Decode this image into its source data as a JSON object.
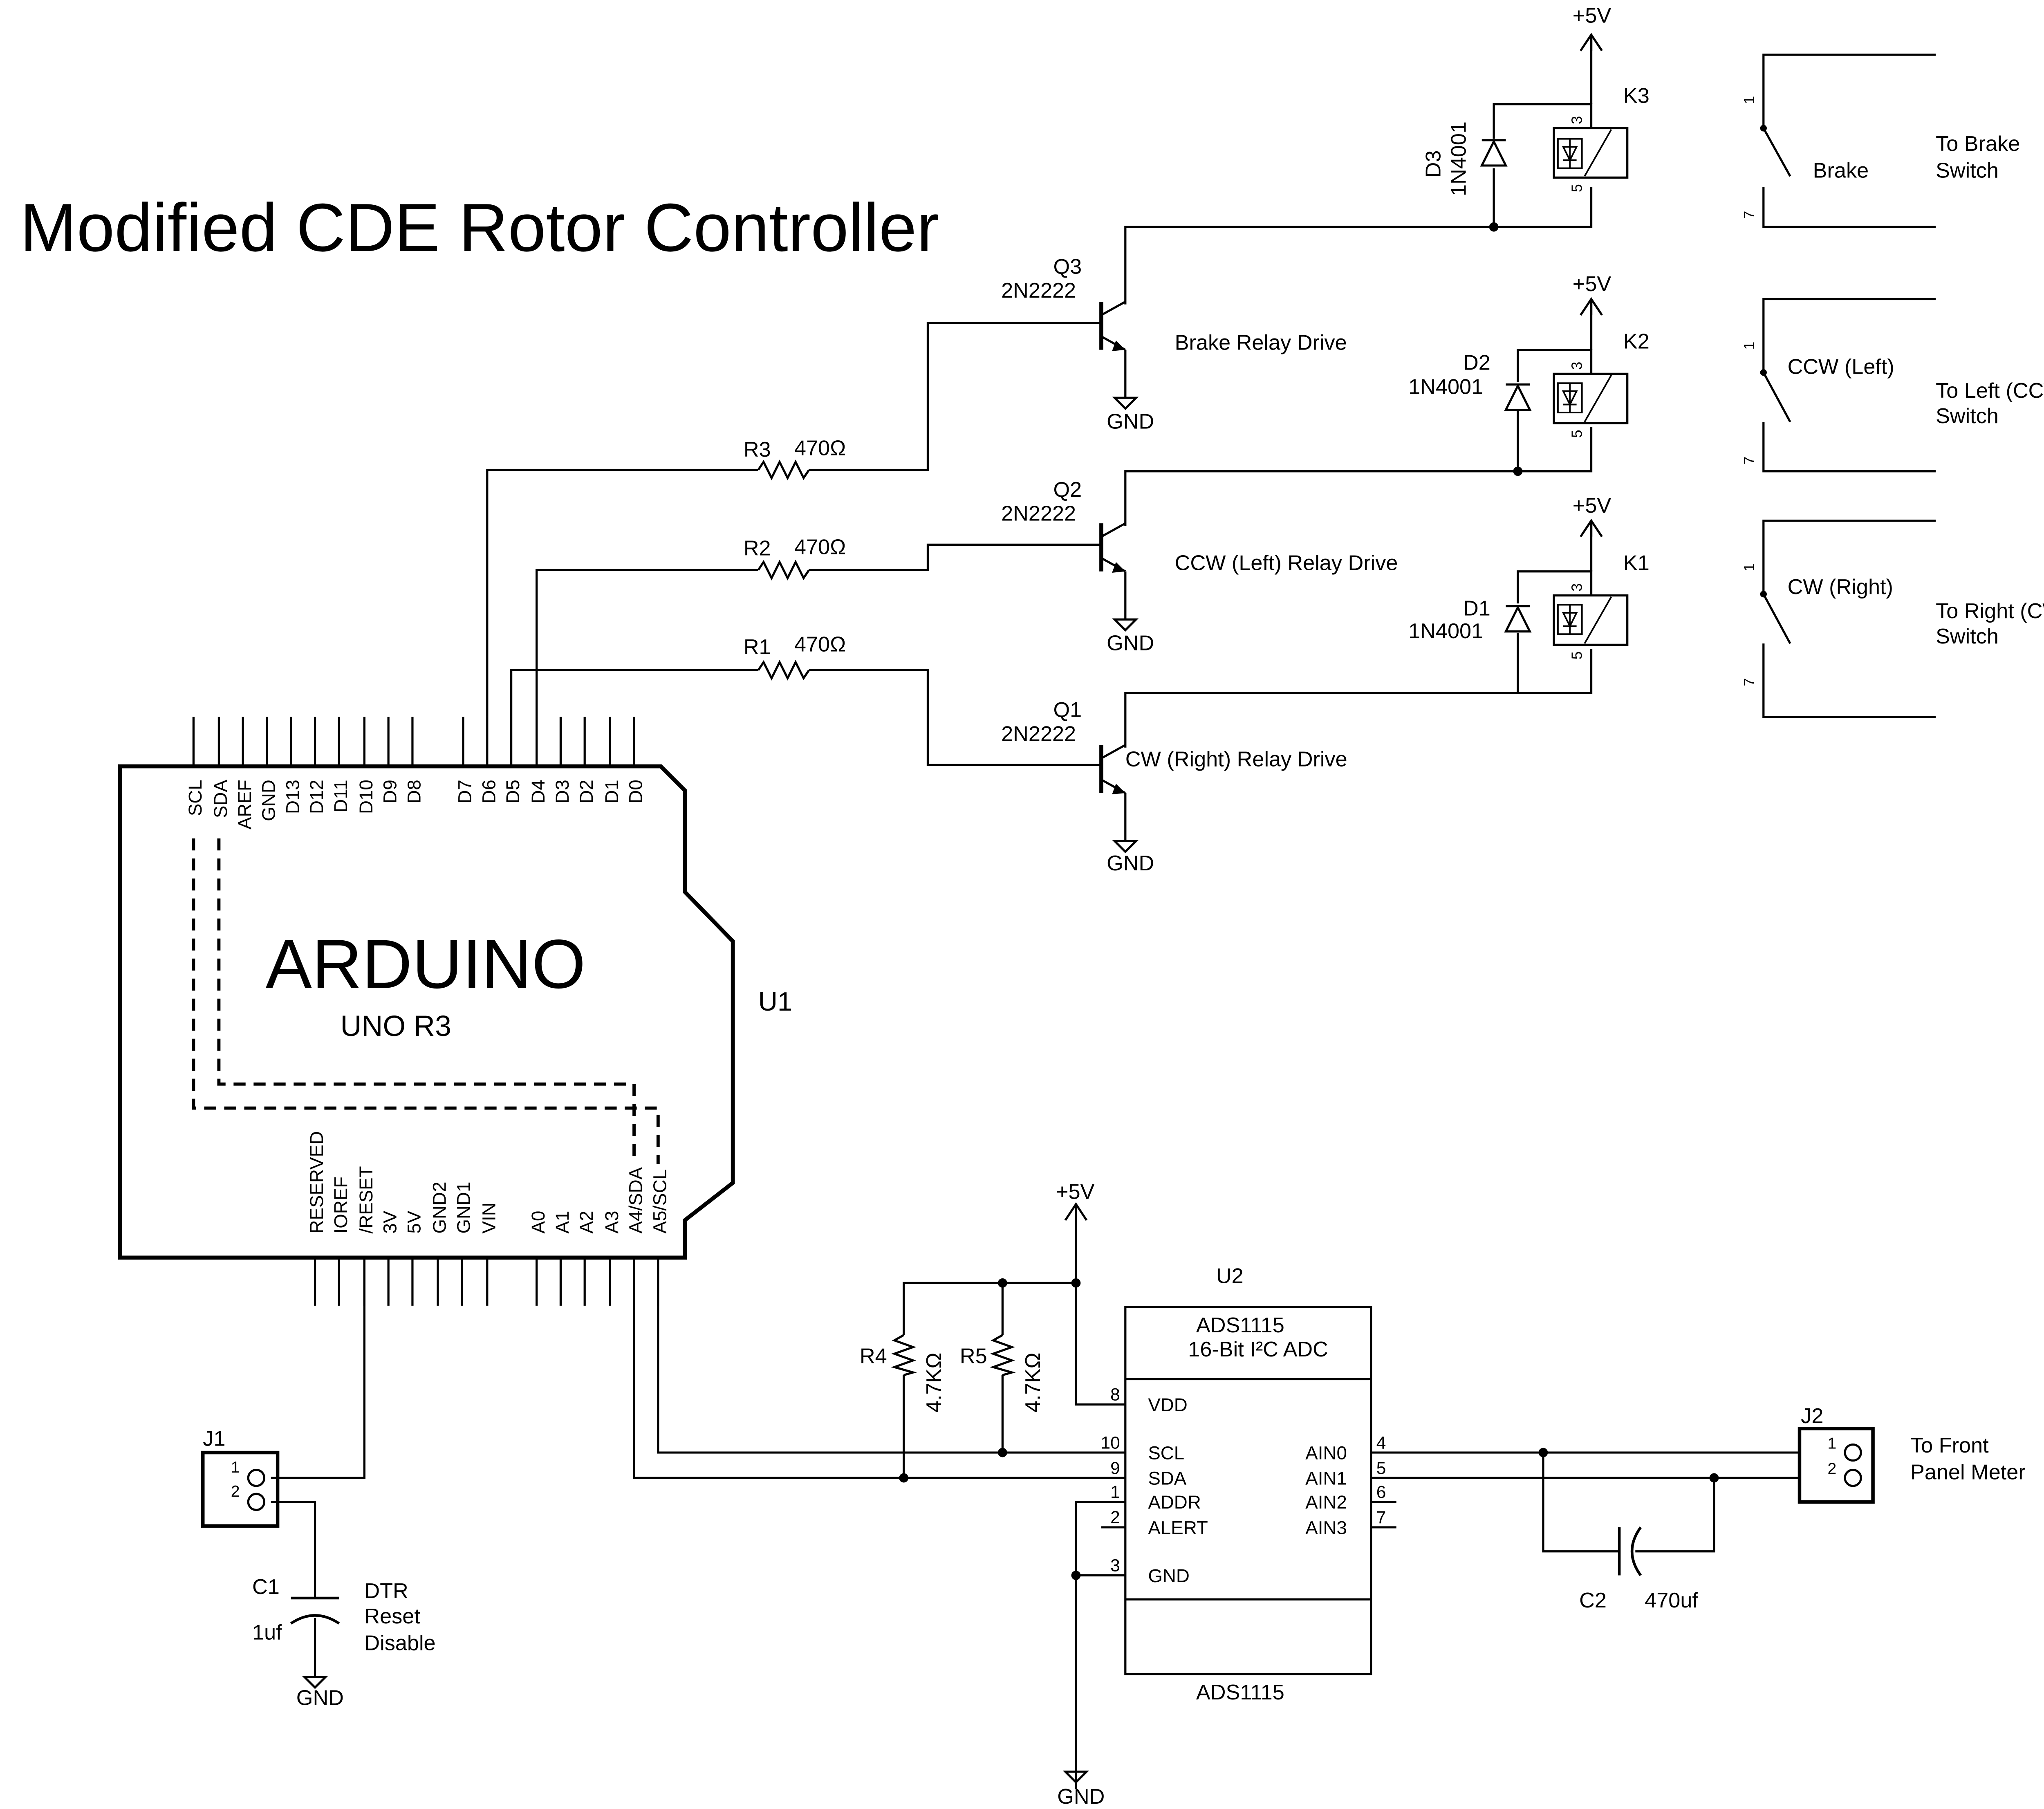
{
  "title": "Modified CDE Rotor Controller",
  "arduino": {
    "name": "ARDUINO",
    "model": "UNO R3",
    "ref": "U1",
    "top_pins": [
      "SCL",
      "SDA",
      "AREF",
      "GND",
      "D13",
      "D12",
      "D11",
      "D10",
      "D9",
      "D8",
      "D7",
      "D6",
      "D5",
      "D4",
      "D3",
      "D2",
      "D1",
      "D0"
    ],
    "bottom_pins": [
      "RESERVED",
      "IOREF",
      "/RESET",
      "3V",
      "5V",
      "GND2",
      "GND1",
      "VIN",
      "A0",
      "A1",
      "A2",
      "A3",
      "A4/SDA",
      "A5/SCL"
    ]
  },
  "transistors": [
    {
      "ref": "Q3",
      "part": "2N2222",
      "label": "Brake Relay Drive",
      "gnd": "GND"
    },
    {
      "ref": "Q2",
      "part": "2N2222",
      "label": "CCW (Left) Relay Drive",
      "gnd": "GND"
    },
    {
      "ref": "Q1",
      "part": "2N2222",
      "label": "CW (Right) Relay Drive",
      "gnd": "GND"
    }
  ],
  "resistors": [
    {
      "ref": "R3",
      "value": "470Ω"
    },
    {
      "ref": "R2",
      "value": "470Ω"
    },
    {
      "ref": "R1",
      "value": "470Ω"
    },
    {
      "ref": "R4",
      "value": "4.7KΩ"
    },
    {
      "ref": "R5",
      "value": "4.7KΩ"
    }
  ],
  "diodes": [
    {
      "ref": "D3",
      "part": "1N4001"
    },
    {
      "ref": "D2",
      "part": "1N4001"
    },
    {
      "ref": "D1",
      "part": "1N4001"
    }
  ],
  "relays": [
    {
      "ref": "K3",
      "supply": "+5V",
      "pin_top": "3",
      "pin_bottom": "5"
    },
    {
      "ref": "K2",
      "supply": "+5V",
      "pin_top": "3",
      "pin_bottom": "5"
    },
    {
      "ref": "K1",
      "supply": "+5V",
      "pin_top": "3",
      "pin_bottom": "5"
    }
  ],
  "switches": [
    {
      "name": "Brake",
      "dest": [
        "To Brake",
        "Switch"
      ],
      "pin_top": "1",
      "pin_bottom": "7"
    },
    {
      "name": "CCW (Left)",
      "dest": [
        "To Left (CCW)",
        "Switch"
      ],
      "pin_top": "1",
      "pin_bottom": "7"
    },
    {
      "name": "CW (Right)",
      "dest": [
        "To Right (CW)",
        "Switch"
      ],
      "pin_top": "1",
      "pin_bottom": "7"
    }
  ],
  "adc": {
    "ref": "U2",
    "part_line1": "ADS1115",
    "part_line2": "16-Bit I²C ADC",
    "footer": "ADS1115",
    "supply": "+5V",
    "gnd": "GND",
    "left_pins": [
      {
        "num": "8",
        "name": "VDD"
      },
      {
        "num": "10",
        "name": "SCL"
      },
      {
        "num": "9",
        "name": "SDA"
      },
      {
        "num": "1",
        "name": "ADDR"
      },
      {
        "num": "2",
        "name": "ALERT"
      },
      {
        "num": "3",
        "name": "GND"
      }
    ],
    "right_pins": [
      {
        "num": "4",
        "name": "AIN0"
      },
      {
        "num": "5",
        "name": "AIN1"
      },
      {
        "num": "6",
        "name": "AIN2"
      },
      {
        "num": "7",
        "name": "AIN3"
      }
    ]
  },
  "j1": {
    "ref": "J1",
    "pin1": "1",
    "pin2": "2"
  },
  "c1": {
    "ref": "C1",
    "value": "1uf",
    "note": [
      "DTR",
      "Reset",
      "Disable"
    ],
    "gnd": "GND"
  },
  "j2": {
    "ref": "J2",
    "pin1": "1",
    "pin2": "2",
    "dest": [
      "To Front",
      "Panel Meter"
    ]
  },
  "c2": {
    "ref": "C2",
    "value": "470uf"
  }
}
